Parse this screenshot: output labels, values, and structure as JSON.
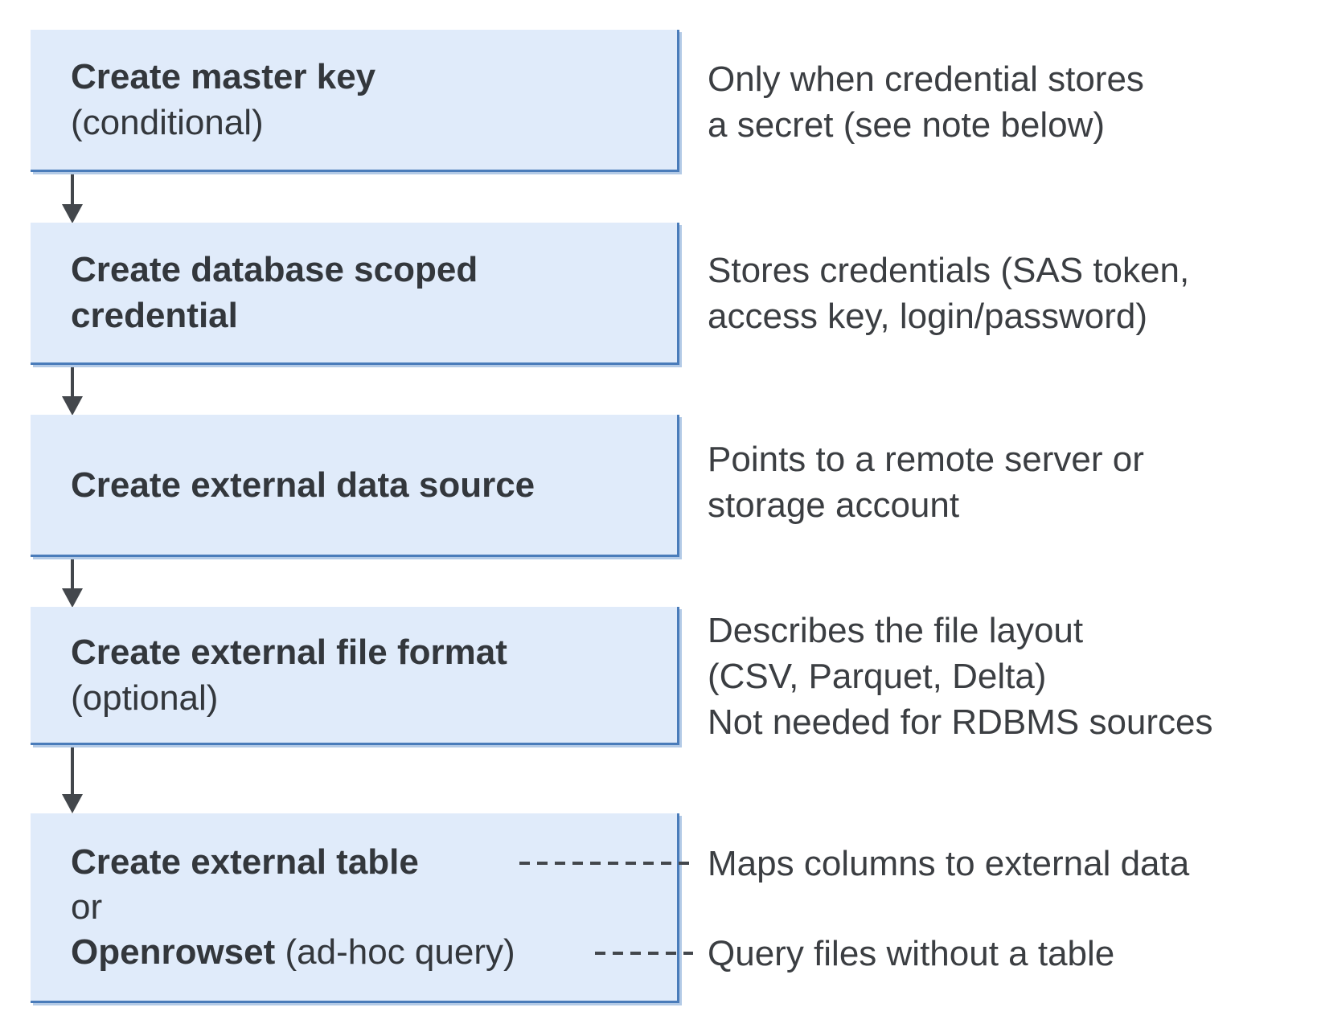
{
  "diagram": {
    "colors": {
      "background": "#ffffff",
      "box_fill": "#e0ebfa",
      "box_border": "#4a7cba",
      "box_text": "#33373c",
      "annotation_text": "#3b3e42",
      "connector": "#43474c"
    },
    "boxes": [
      {
        "lines": [
          {
            "bold": "Create master key"
          },
          {
            "regular": "(conditional)"
          }
        ],
        "annotation": {
          "lines": [
            "Only when credential stores",
            "a secret (see note below)"
          ]
        }
      },
      {
        "lines": [
          {
            "bold": "Create database scoped"
          },
          {
            "bold": "credential"
          }
        ],
        "annotation": {
          "lines": [
            "Stores credentials (SAS token,",
            "access key, login/password)"
          ]
        }
      },
      {
        "lines": [
          {
            "bold": "Create external data source"
          }
        ],
        "annotation": {
          "lines": [
            "Points to a remote server or",
            "storage account"
          ]
        }
      },
      {
        "lines": [
          {
            "bold": "Create external file format"
          },
          {
            "regular": "(optional)"
          }
        ],
        "annotation": {
          "lines": [
            "Describes the file layout",
            "(CSV, Parquet, Delta)",
            "Not needed for RDBMS sources"
          ]
        }
      },
      {
        "lines": [
          {
            "bold": "Create external table"
          },
          {
            "regular": "or"
          },
          {
            "bold": "Openrowset",
            "regular": " (ad-hoc query)"
          }
        ],
        "dashed_annotations": [
          {
            "text": "Maps columns to external data"
          },
          {
            "text": "Query files without a table"
          }
        ]
      }
    ]
  }
}
